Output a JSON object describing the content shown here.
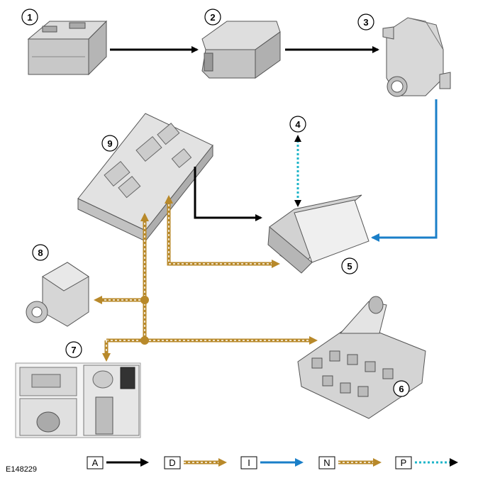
{
  "callouts": [
    "1",
    "2",
    "3",
    "4",
    "5",
    "6",
    "7",
    "8",
    "9"
  ],
  "legend": {
    "A": {
      "label": "A",
      "color": "#000000",
      "style": "solid"
    },
    "D": {
      "label": "D",
      "color": "#b8892a",
      "style": "dotted-gold"
    },
    "I": {
      "label": "I",
      "color": "#1a7fc8",
      "style": "solid"
    },
    "N": {
      "label": "N",
      "color": "#b8892a",
      "style": "dotted-gold"
    },
    "P": {
      "label": "P",
      "color": "#1eb5c9",
      "style": "dotted"
    }
  },
  "figure_ref": "E148229",
  "colors": {
    "black": "#000000",
    "gold": "#b8892a",
    "blue": "#1a7fc8",
    "cyan": "#1eb5c9",
    "component_fill": "#e6e6e6",
    "component_stroke": "#555555"
  }
}
